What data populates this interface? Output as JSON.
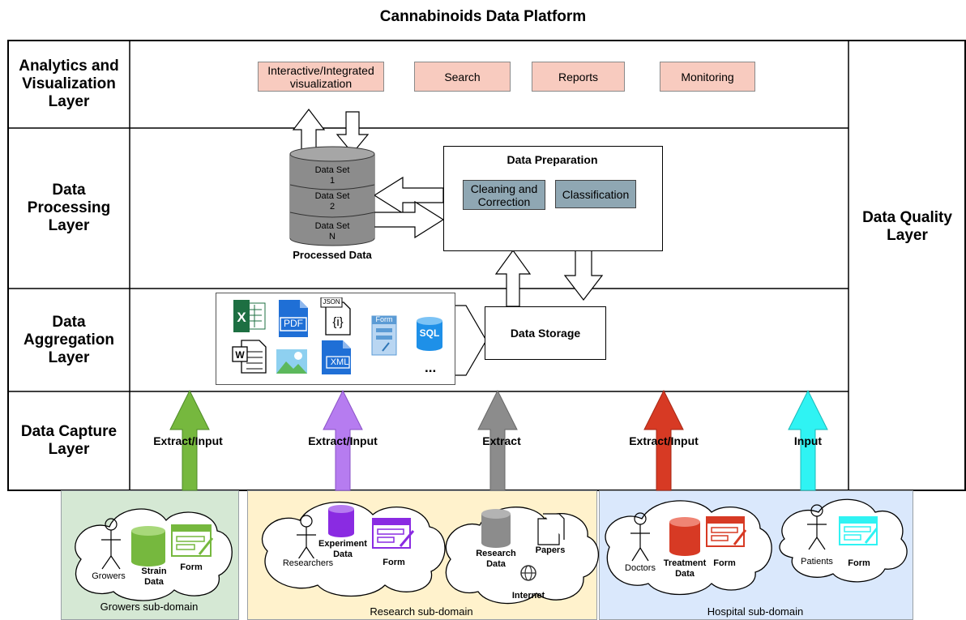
{
  "title": "Cannabinoids Data Platform",
  "layers": {
    "analytics": "Analytics and\nVisualization\nLayer",
    "processing": "Data\nProcessing\nLayer",
    "aggregation": "Data\nAggregation\nLayer",
    "capture": "Data Capture\nLayer",
    "quality": "Data Quality\nLayer"
  },
  "analytics_items": [
    "Interactive/Integrated\nvisualization",
    "Search",
    "Reports",
    "Monitoring"
  ],
  "processing": {
    "datasets": [
      "Data Set\n1",
      "Data Set\n2",
      "Data Set\nN"
    ],
    "processed_label": "Processed Data",
    "prep_title": "Data Preparation",
    "cleaning": "Cleaning and\nCorrection",
    "classification": "Classification"
  },
  "aggregation": {
    "storage": "Data Storage",
    "json_tag": "JSON",
    "json_glyph": "{i}",
    "pdf": "PDF",
    "xml": "XML",
    "sql": "SQL",
    "form": "Form",
    "more": "..."
  },
  "capture_arrows": [
    {
      "label": "Extract/Input",
      "color": "#76b83e"
    },
    {
      "label": "Extract/Input",
      "color": "#b67cf0"
    },
    {
      "label": "Extract",
      "color": "#8c8c8c"
    },
    {
      "label": "Extract/Input",
      "color": "#d73a24"
    },
    {
      "label": "Input",
      "color": "#2ff3f3"
    }
  ],
  "domains": {
    "growers": {
      "label": "Growers sub-domain",
      "color": "#d5e8d4",
      "items": {
        "actor": "Growers",
        "db": "Strain\nData",
        "form": "Form"
      }
    },
    "research": {
      "label": "Research sub-domain",
      "color": "#fff2cc",
      "items": {
        "actor": "Researchers",
        "exp": "Experiment\nData",
        "form": "Form",
        "rdata": "Research\nData",
        "papers": "Papers",
        "internet": "Internet"
      }
    },
    "hospital": {
      "label": "Hospital sub-domain",
      "color": "#dae8fc",
      "items": {
        "doctors": "Doctors",
        "treatment": "Treatment\nData",
        "form1": "Form",
        "patients": "Patients",
        "form2": "Form"
      }
    }
  }
}
